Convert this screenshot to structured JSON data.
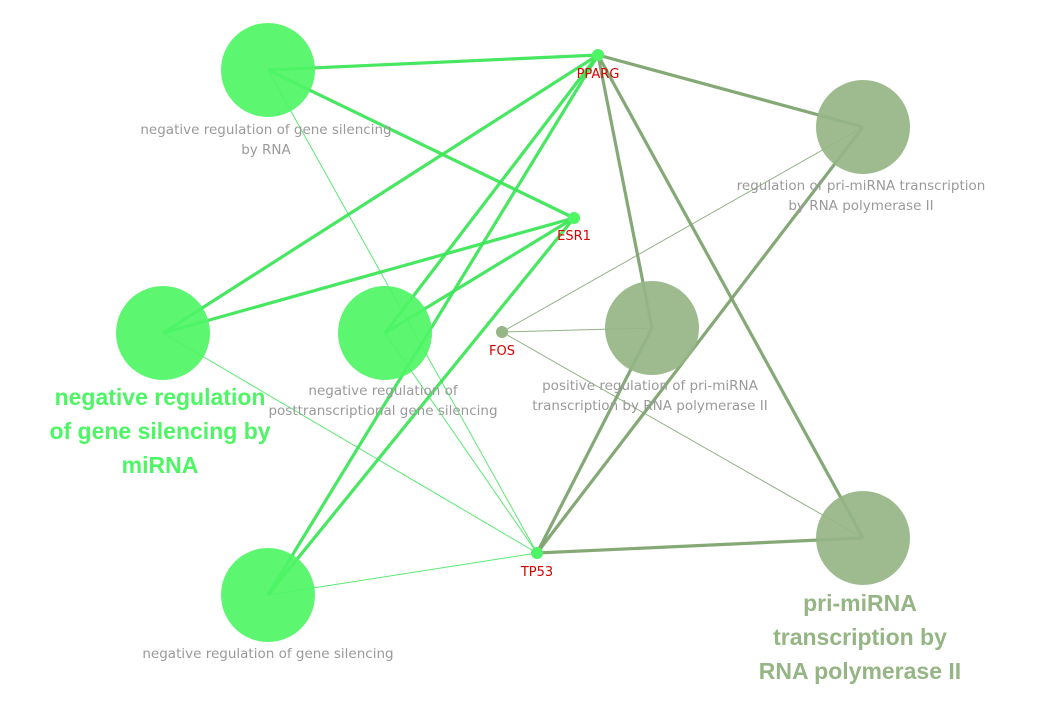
{
  "colors": {
    "green": "#4ef565",
    "green_edge": "#3ee65a",
    "olive": "#95b585",
    "olive_edge": "#7ea46f",
    "gene_label": "#d80000",
    "term_label": "#9a9a9a"
  },
  "groups": [
    {
      "id": "g1",
      "title_lines": [
        "negative regulation",
        "of gene silencing by",
        "miRNA"
      ]
    },
    {
      "id": "g2",
      "title_lines": [
        "pri-miRNA",
        "transcription by",
        "RNA polymerase II"
      ]
    }
  ],
  "terms": [
    {
      "id": "t1",
      "group": "g1",
      "label_lines": [
        "negative regulation of gene silencing",
        "by RNA"
      ]
    },
    {
      "id": "t2",
      "group": "g1",
      "label_lines": []
    },
    {
      "id": "t3",
      "group": "g1",
      "label_lines": [
        "negative regulation of",
        "posttranscriptional gene silencing"
      ]
    },
    {
      "id": "t4",
      "group": "g1",
      "label_lines": [
        "negative regulation of gene silencing"
      ]
    },
    {
      "id": "t5",
      "group": "g2",
      "label_lines": [
        "regulation of pri-miRNA transcription",
        "by RNA polymerase II"
      ]
    },
    {
      "id": "t6",
      "group": "g2",
      "label_lines": [
        "positive regulation of pri-miRNA",
        "transcription by RNA polymerase II"
      ]
    },
    {
      "id": "t7",
      "group": "g2",
      "label_lines": []
    }
  ],
  "genes": [
    {
      "id": "PPARG",
      "label": "PPARG",
      "group": "g1"
    },
    {
      "id": "ESR1",
      "label": "ESR1",
      "group": "g1"
    },
    {
      "id": "FOS",
      "label": "FOS",
      "group": "g2"
    },
    {
      "id": "TP53",
      "label": "TP53",
      "group": "g1"
    }
  ],
  "edges": [
    {
      "from": "t1",
      "to": "PPARG",
      "group": "g1",
      "weight": "strong"
    },
    {
      "from": "t1",
      "to": "ESR1",
      "group": "g1",
      "weight": "strong"
    },
    {
      "from": "t1",
      "to": "TP53",
      "group": "g1",
      "weight": "weak"
    },
    {
      "from": "t2",
      "to": "PPARG",
      "group": "g1",
      "weight": "strong"
    },
    {
      "from": "t2",
      "to": "ESR1",
      "group": "g1",
      "weight": "strong"
    },
    {
      "from": "t2",
      "to": "TP53",
      "group": "g1",
      "weight": "weak"
    },
    {
      "from": "t3",
      "to": "PPARG",
      "group": "g1",
      "weight": "strong"
    },
    {
      "from": "t3",
      "to": "ESR1",
      "group": "g1",
      "weight": "strong"
    },
    {
      "from": "t3",
      "to": "TP53",
      "group": "g1",
      "weight": "weak"
    },
    {
      "from": "t4",
      "to": "PPARG",
      "group": "g1",
      "weight": "strong"
    },
    {
      "from": "t4",
      "to": "ESR1",
      "group": "g1",
      "weight": "strong"
    },
    {
      "from": "t4",
      "to": "TP53",
      "group": "g1",
      "weight": "weak"
    },
    {
      "from": "t5",
      "to": "PPARG",
      "group": "g2",
      "weight": "strong"
    },
    {
      "from": "t5",
      "to": "TP53",
      "group": "g2",
      "weight": "strong"
    },
    {
      "from": "t5",
      "to": "FOS",
      "group": "g2",
      "weight": "weak"
    },
    {
      "from": "t6",
      "to": "PPARG",
      "group": "g2",
      "weight": "strong"
    },
    {
      "from": "t6",
      "to": "TP53",
      "group": "g2",
      "weight": "strong"
    },
    {
      "from": "t6",
      "to": "FOS",
      "group": "g2",
      "weight": "weak"
    },
    {
      "from": "t7",
      "to": "PPARG",
      "group": "g2",
      "weight": "strong"
    },
    {
      "from": "t7",
      "to": "TP53",
      "group": "g2",
      "weight": "strong"
    },
    {
      "from": "t7",
      "to": "FOS",
      "group": "g2",
      "weight": "weak"
    }
  ]
}
